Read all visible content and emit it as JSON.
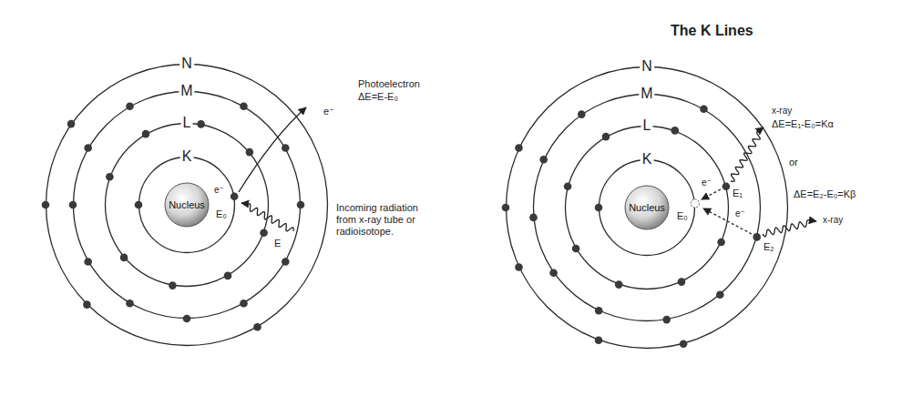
{
  "diagram": {
    "nodes": [
      {
        "text": [
          "N"
        ]
      },
      {
        "text": [
          "M"
        ],
        "in": 0
      },
      {
        "text": [
          "L"
        ],
        "in": 1
      },
      {
        "text": [
          "K"
        ],
        "in": 2
      },
      {
        "text": [
          "Nucleus"
        ],
        "in": 3
      },
      {
        "text": [
          "N"
        ]
      },
      {
        "text": [
          "M"
        ],
        "in": 5
      },
      {
        "text": [
          "L"
        ],
        "in": 6
      },
      {
        "text": [
          "K"
        ],
        "in": 7
      },
      {
        "text": [
          "Nucleus"
        ],
        "in": 8
      }
    ],
    "labels": [
      "Photoelectron",
      "ΔE=E-E₀",
      "e⁻",
      "e⁻",
      "E₀",
      "E",
      "Incoming radiation from x-ray tube or radioisotope.",
      "The K Lines",
      "x-ray",
      "ΔE=E₁-E₀=Kα",
      "or",
      "ΔE=E₂-E₀=Kβ",
      "x-ray",
      "E₁",
      "E₀",
      "E₂",
      "e⁻",
      "e⁻"
    ]
  }
}
